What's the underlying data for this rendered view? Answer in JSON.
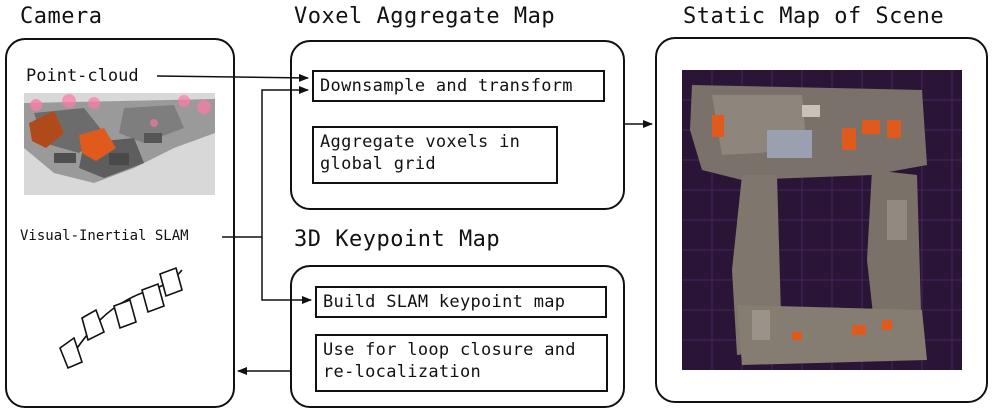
{
  "camera": {
    "title": "Camera",
    "pointcloud_label": "Point-cloud",
    "slam_label": "Visual-Inertial SLAM"
  },
  "voxel": {
    "title": "Voxel Aggregate Map",
    "step1": "Downsample and transform",
    "step2": "Aggregate voxels in global grid"
  },
  "keypoint": {
    "title": "3D Keypoint Map",
    "step1": "Build SLAM keypoint map",
    "step2": "Use for loop closure and re-localization"
  },
  "static": {
    "title": "Static Map of Scene"
  },
  "colors": {
    "line": "#111111",
    "map_bg": "#2a1536",
    "grid": "#5a2a70",
    "highlight": "#e05a1e",
    "pink": "#ff7aa8"
  }
}
